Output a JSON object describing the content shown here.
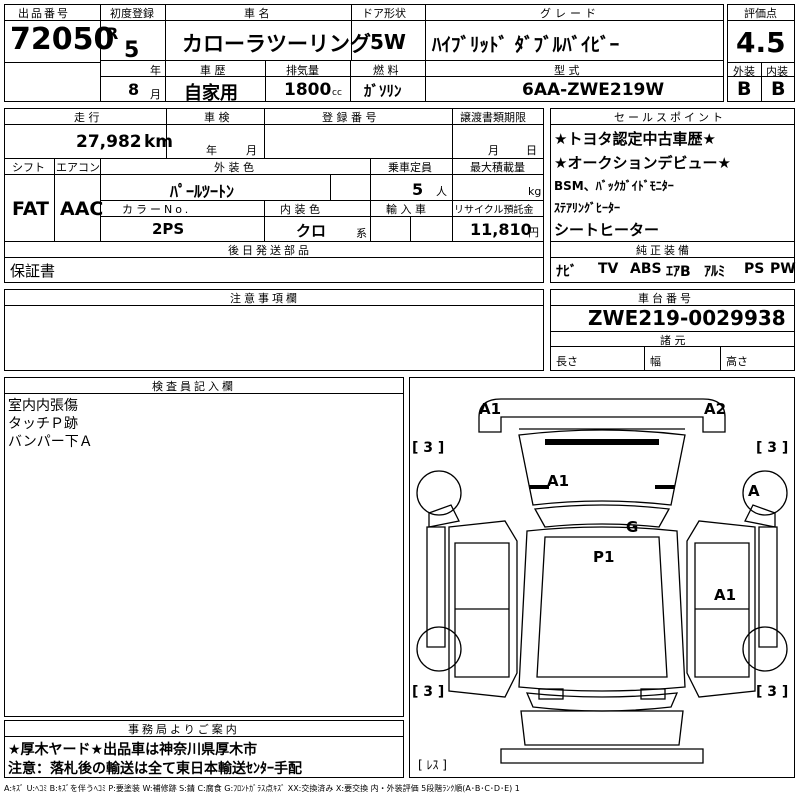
{
  "header": {
    "lot_label": "出品番号",
    "lot": "72050",
    "first_reg_label": "初度登録",
    "era": "R",
    "year": "5",
    "year_unit": "年",
    "month": "8",
    "month_unit": "月",
    "car_name_label": "車 名",
    "car_name": "カローラツーリング",
    "door_label": "ドア形状",
    "door": "5W",
    "grade_label": "グレード",
    "grade": "ﾊｲﾌﾞﾘｯﾄﾞ ﾀﾞﾌﾞﾙﾊﾞｲﾋﾞｰ",
    "score_label": "評価点",
    "score": "4.5",
    "history_label": "車 歴",
    "history": "自家用",
    "displacement_label": "排気量",
    "displacement": "1800",
    "displacement_unit": "cc",
    "fuel_label": "燃 料",
    "fuel": "ｶﾞｿﾘﾝ",
    "model_label": "型 式",
    "model": "6AA-ZWE219W",
    "exterior_label": "外装",
    "exterior": "B",
    "interior_label": "内装",
    "interior": "B"
  },
  "row2": {
    "mileage_label": "走 行",
    "mileage": "27,982",
    "mileage_unit": "km",
    "inspection_label": "車 検",
    "insp_year_unit": "年",
    "insp_month_unit": "月",
    "reg_no_label": "登 録 番 号",
    "transfer_label": "譲渡書類期限",
    "transfer_month_unit": "月",
    "transfer_day_unit": "日",
    "shift_label": "シフト",
    "shift": "FAT",
    "ac_label": "エアコン",
    "ac": "AAC",
    "ext_color_label": "外 装 色",
    "ext_color": "ﾊﾟｰﾙﾂｰﾄﾝ",
    "capacity_label": "乗車定員",
    "capacity": "5",
    "capacity_unit": "人",
    "max_load_label": "最大積載量",
    "max_load_unit": "kg",
    "color_no_label": "カラーNo.",
    "color_no": "2PS",
    "int_color_label": "内 装 色",
    "int_color": "クロ",
    "int_color_unit": "系",
    "import_label": "輸 入 車",
    "recycle_label": "リサイクル預託金",
    "recycle": "11,810",
    "recycle_unit": "円"
  },
  "later_parts": {
    "label": "後日発送部品",
    "value": "保証書"
  },
  "sales_points": {
    "label": "セールスポイント",
    "items": [
      "★トヨタ認定中古車歴★",
      "★オークションデビュー★",
      "BSM、ﾊﾞｯｸｶﾞｲﾄﾞﾓﾆﾀｰ",
      "ｽﾃｱﾘﾝｸﾞﾋｰﾀｰ",
      "シートヒーター"
    ]
  },
  "equipment": {
    "label": "純正装備",
    "items": [
      "ﾅﾋﾞ",
      "TV",
      "ABS",
      "ｴｱB",
      "ｱﾙﾐ",
      "PS",
      "PW"
    ]
  },
  "notes": {
    "label": "注意事項欄"
  },
  "chassis": {
    "label": "車台番号",
    "number": "ZWE219-0029938",
    "dims_label": "諸 元",
    "length_label": "長さ",
    "width_label": "幅",
    "height_label": "高さ"
  },
  "inspector": {
    "label": "検査員記入欄",
    "lines": [
      "室内内張傷",
      "タッチＰ跡",
      "バンパー下Ａ"
    ]
  },
  "office": {
    "label": "事務局よりご案内",
    "lines": [
      "★厚木ヤード★出品車は神奈川県厚木市",
      "注意：落札後の輸送は全て東日本輸送ｾﾝﾀｰ手配"
    ]
  },
  "diagram": {
    "marks": [
      "A1",
      "A2",
      "A1",
      "A",
      "G",
      "P1",
      "A1"
    ],
    "tire_marks": [
      "[ 3 ]",
      "[ 3 ]",
      "[ 3 ]",
      "[ 3 ]"
    ],
    "spare": "[ ﾚｽ ]"
  },
  "legend": "A:ｷｽﾞ U:ﾍｺﾐ B:ｷｽﾞを伴うﾍｺﾐ P:要塗装 W:補修跡 S:錆 C:腐食 G:ﾌﾛﾝﾄｶﾞﾗｽ点ｷｽﾞ XX:交換済み X:要交換 内・外装評価 5段階ﾗﾝｸ順(A･B･C･D･E) 1"
}
